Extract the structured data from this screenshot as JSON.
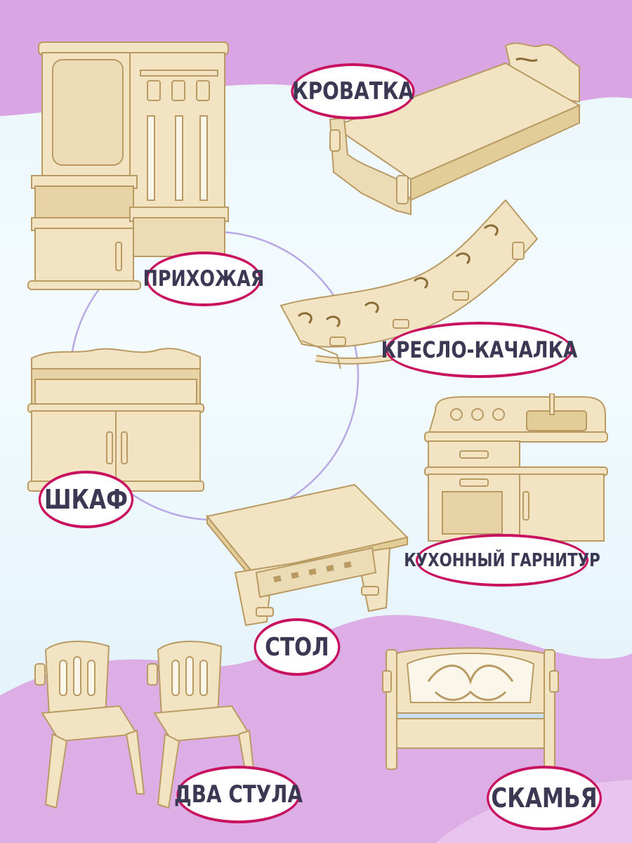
{
  "colors": {
    "lavender": "#d9a6e3",
    "light_blue": "#d8eef8",
    "label_border": "#c9125f",
    "label_text": "#3b3854",
    "plywood": "#f2e4c2",
    "plywood_edge": "#b99a63"
  },
  "labels": {
    "hallway": "ПРИХОЖАЯ",
    "bed": "КРОВАТКА",
    "rocking_chair": "КРЕСЛО-КАЧАЛКА",
    "cabinet": "ШКАФ",
    "kitchen_set": "КУХОННЫЙ ГАРНИТУР",
    "table": "СТОЛ",
    "two_chairs": "ДВА СТУЛА",
    "bench": "СКАМЬЯ"
  }
}
